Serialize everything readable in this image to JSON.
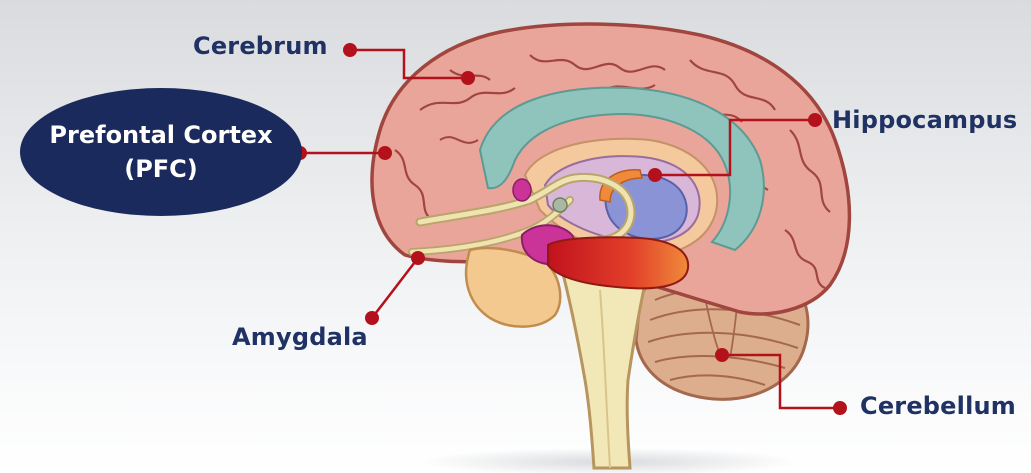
{
  "labels": {
    "cerebrum": "Cerebrum",
    "prefrontal_line1": "Prefontal Cortex",
    "prefrontal_line2": "(PFC)",
    "hippocampus": "Hippocampus",
    "amygdala": "Amygdala",
    "cerebellum": "Cerebellum"
  },
  "colors": {
    "label_text": "#1f3263",
    "badge_fill": "#1b2a5c",
    "connector": "#b3121c",
    "cortex": "#e9a59a",
    "cortex_outline": "#a0463f",
    "ventricle": "#8fc4bd",
    "cerebellum": "#dcae8e",
    "brainstem": "#f2e7b6",
    "amygdala": "#cc3399",
    "midbrain": "#d83a26"
  }
}
